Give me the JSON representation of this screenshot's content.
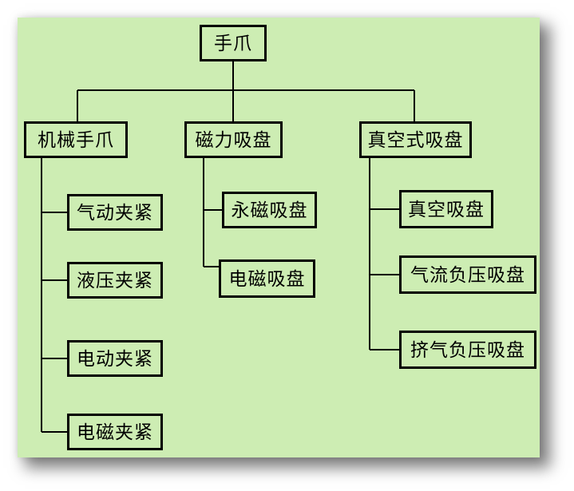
{
  "colors": {
    "page_bg": "#ffffff",
    "panel_bg": "#cdedb3",
    "line": "#000000",
    "text": "#000000"
  },
  "diagram": {
    "root": {
      "label": "手爪"
    },
    "branches": [
      {
        "label": "机械手爪",
        "children": [
          {
            "label": "气动夹紧"
          },
          {
            "label": "液压夹紧"
          },
          {
            "label": "电动夹紧"
          },
          {
            "label": "电磁夹紧"
          }
        ]
      },
      {
        "label": "磁力吸盘",
        "children": [
          {
            "label": "永磁吸盘"
          },
          {
            "label": "电磁吸盘"
          }
        ]
      },
      {
        "label": "真空式吸盘",
        "children": [
          {
            "label": "真空吸盘"
          },
          {
            "label": "气流负压吸盘"
          },
          {
            "label": "挤气负压吸盘"
          }
        ]
      }
    ]
  }
}
